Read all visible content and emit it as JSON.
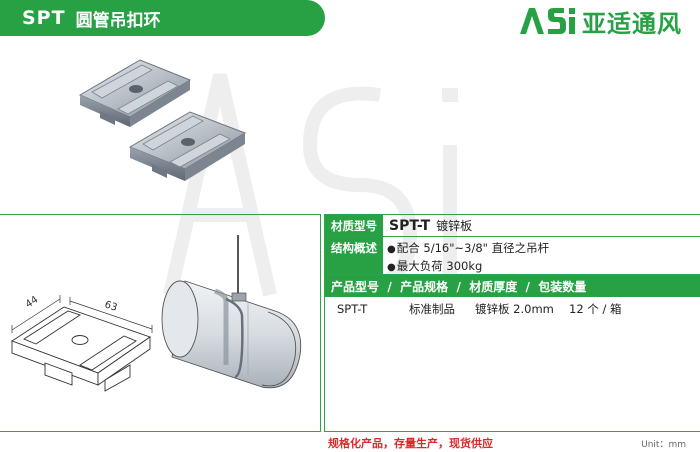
{
  "header": {
    "code": "SPT",
    "name": "圆管吊扣环"
  },
  "brand": {
    "mark": "ASI",
    "text": "亚适通风",
    "color": "#27a144"
  },
  "spec": {
    "model_label": "材质型号",
    "model_code": "SPT-T",
    "model_material": "镀锌板",
    "features_label": "结构概述",
    "features": [
      "配合 5/16\"~3/8\" 直径之吊杆",
      "最大负荷 300kg"
    ],
    "table_header": "产品型号  /  产品规格  /  材质厚度  /  包装数量",
    "table_row": {
      "model": "SPT-T",
      "standard": "标准制品",
      "material": "镀锌板 2.0mm",
      "packing": "12 个 / 箱"
    }
  },
  "drawing": {
    "dim_width": "44",
    "dim_length": "63"
  },
  "footer": {
    "slogan": "规格化产品，存量生产，现货供应",
    "unit": "Unit：mm"
  },
  "colors": {
    "accent": "#27a144",
    "slogan": "#d92b2b"
  }
}
